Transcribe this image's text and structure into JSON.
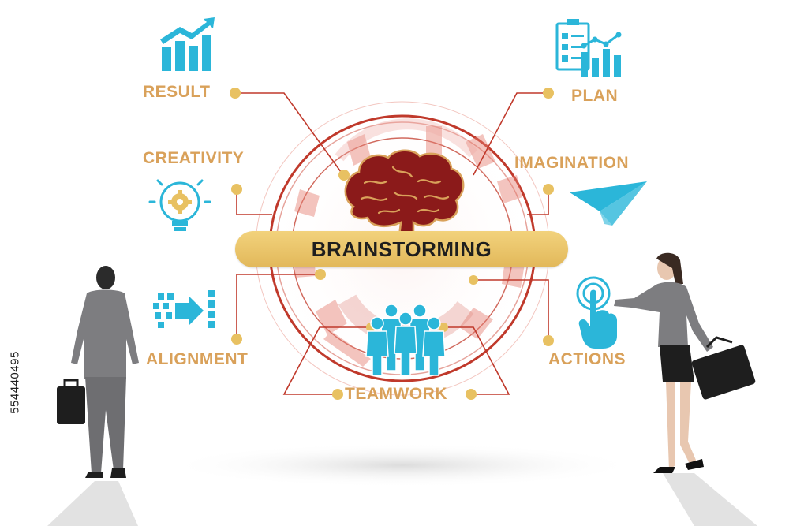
{
  "center": {
    "title": "BRAINSTORMING"
  },
  "labels": {
    "result": "RESULT",
    "creativity": "CREATIVITY",
    "alignment": "ALIGNMENT",
    "teamwork": "TEAMWORK",
    "plan": "PLAN",
    "imagination": "IMAGINATION",
    "actions": "ACTIONS"
  },
  "icons": {
    "result": "bar-chart-growth-icon",
    "creativity": "lightbulb-gear-icon",
    "alignment": "pixel-arrow-icon",
    "teamwork": "team-people-icon",
    "plan": "checklist-chart-icon",
    "imagination": "paper-plane-icon",
    "actions": "touch-hand-icon",
    "center": "brain-icon"
  },
  "watermark": "554440495",
  "colors": {
    "label": "#d9a15a",
    "connector": "#c0392b",
    "dot": "#e8c162",
    "icon": "#2bb6d9",
    "pill": "#e8c162",
    "brain": "#8b1a1a"
  }
}
